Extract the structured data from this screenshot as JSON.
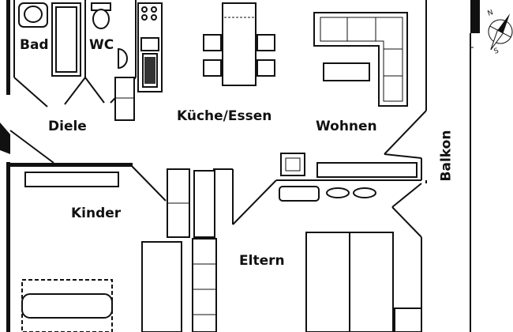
{
  "rooms": {
    "bad": "Bad",
    "wc": "WC",
    "diele": "Diele",
    "kueche_essen": "Küche/Essen",
    "wohnen": "Wohnen",
    "kinder": "Kinder",
    "eltern": "Eltern",
    "balkon": "Balkon"
  },
  "compass": {
    "label_north": "N",
    "label_south": "S"
  },
  "colors": {
    "wall": "#111111",
    "background": "#ffffff"
  }
}
